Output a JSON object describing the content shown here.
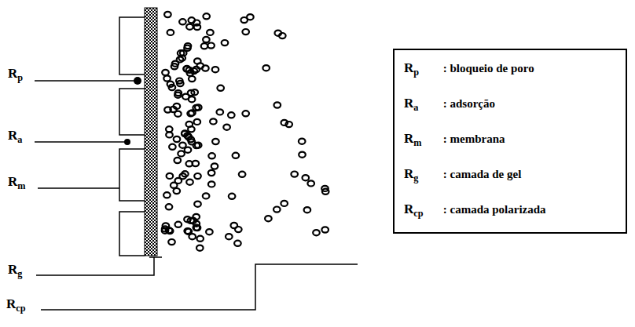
{
  "diagram": {
    "labels": [
      "Rp",
      "Ra",
      "Rm",
      "Rg",
      "Rcp"
    ],
    "legend": [
      {
        "text": "Rp : bloqueio de poro"
      },
      {
        "text": "Ra : adsorção"
      },
      {
        "text": "Rm : membrana"
      },
      {
        "text": "Rg : camada de gel"
      },
      {
        "text": "Rcp : camada polarizada"
      }
    ]
  }
}
